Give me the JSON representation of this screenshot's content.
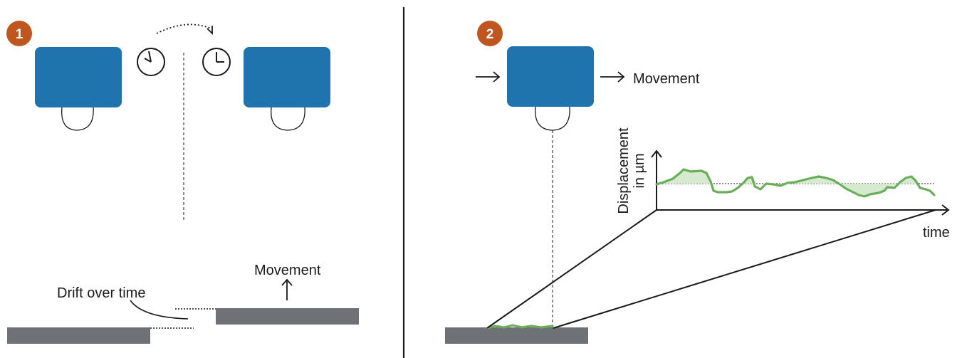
{
  "panel1": {
    "step_number": "1",
    "drift_label": "Drift over time",
    "movement_label": "Movement"
  },
  "panel2": {
    "step_number": "2",
    "movement_label": "Movement",
    "ylabel_line1": "Displacement",
    "ylabel_line2": "in µm",
    "xlabel": "time"
  },
  "colors": {
    "badge": "#c0561f",
    "sensor_body": "#1f74ad",
    "sample_surface": "#6e7175",
    "displacement_line": "#6aad5a",
    "displacement_fill": "#d6ead0"
  },
  "icons": [
    "clock-icon",
    "arrow-right-icon",
    "arrow-up-icon"
  ]
}
